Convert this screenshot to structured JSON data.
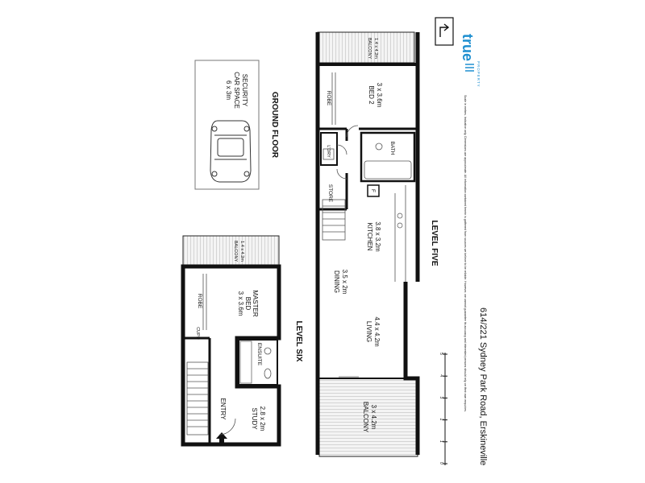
{
  "address": "614/221 Sydney Park Road, Erskineville",
  "disclaimer": "Scale in metres. Indicative only. Dimensions are approximate. All information contained herein is gathered from sources we believe to be reliable. However, we cannot guarantee its accuracy and interested persons should rely on their own enquiries.",
  "logo": {
    "brand": "true",
    "sub": "PROPERTY"
  },
  "scale": {
    "ticks": [
      "0",
      "1",
      "2",
      "3",
      "4",
      "5"
    ]
  },
  "ground_floor": {
    "title": "GROUND FLOOR",
    "car_space": {
      "line1": "SECURITY",
      "line2": "CAR SPACE",
      "dims": "6 x 3m"
    }
  },
  "level_five": {
    "title": "LEVEL FIVE",
    "balcony_top": {
      "name": "BALCONY",
      "dims": "1.4 x 4.2m"
    },
    "bed2": {
      "name": "BED 2",
      "dims": "3 x 3.6m"
    },
    "robe": "ROBE",
    "ldry": "L'DRY",
    "bath": "BATH",
    "store": "STORE",
    "fridge": "F",
    "kitchen": {
      "name": "KITCHEN",
      "dims": "3.8 x 3.2m"
    },
    "dining": {
      "name": "DINING",
      "dims": "3.5 x 2m"
    },
    "living": {
      "name": "LIVING",
      "dims": "4.4 x 4.2m"
    },
    "balcony_bottom": {
      "name": "BALCONY",
      "dims": "3 x 4.2m"
    }
  },
  "level_six": {
    "title": "LEVEL SIX",
    "balcony": {
      "name": "BALCONY",
      "dims": "1.4 x 4.2m"
    },
    "master": {
      "line1": "MASTER",
      "line2": "BED",
      "dims": "3 x 3.6m"
    },
    "robe": "ROBE",
    "cupd": "CUPD",
    "ensuite": "ENSUITE",
    "entry": "ENTRY",
    "study": {
      "name": "STUDY",
      "dims": "2.8 x 2m"
    }
  },
  "colors": {
    "wall": "#111111",
    "balcony": "#f2f2f2",
    "hatch": "#9a9a9a",
    "logo": "#1f8fd0"
  }
}
